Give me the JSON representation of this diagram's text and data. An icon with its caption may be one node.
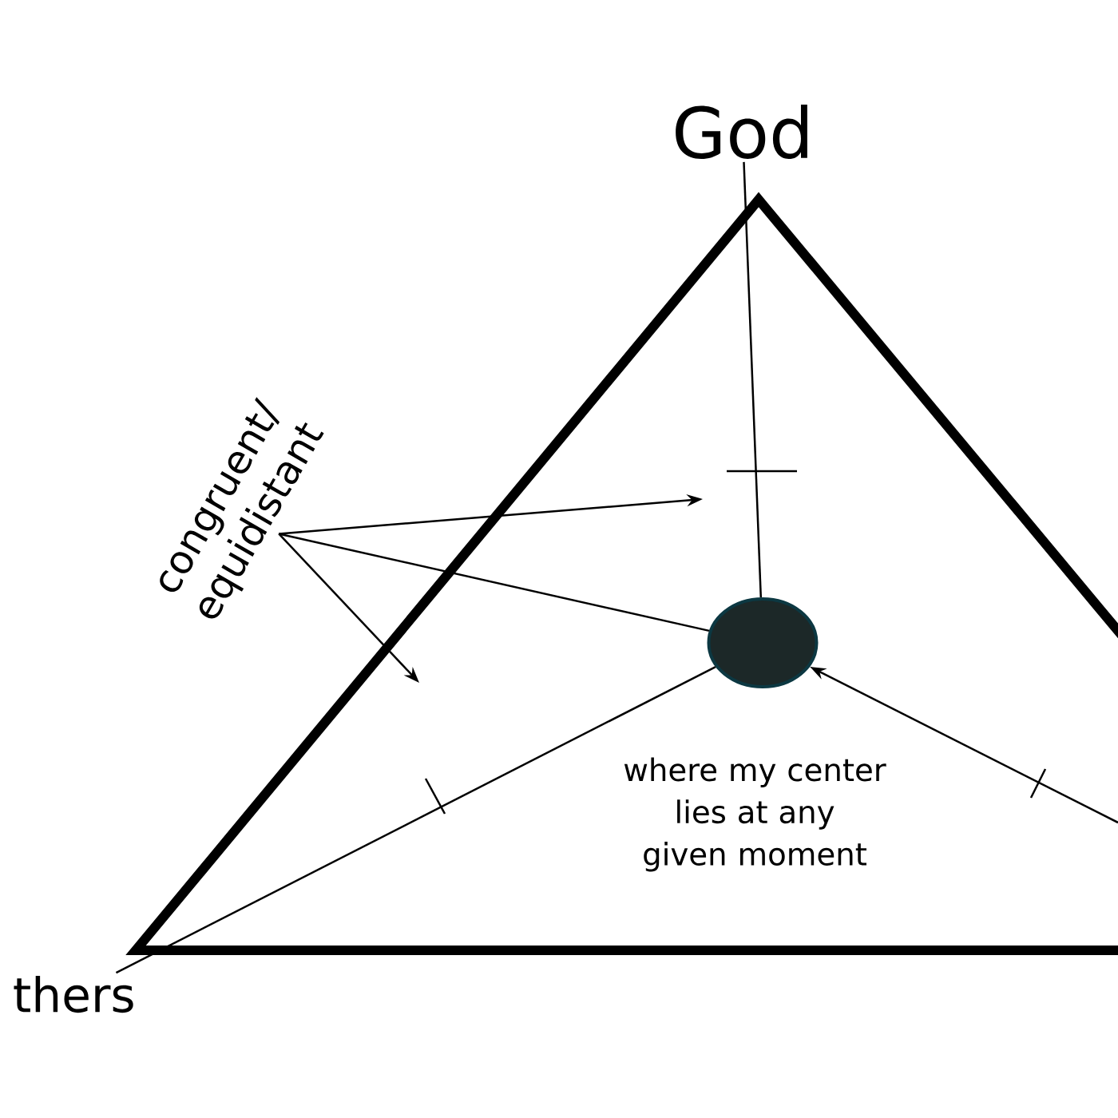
{
  "diagram": {
    "nodes": [
      {
        "text": [
          "God"
        ]
      },
      {
        "text": [
          "thers"
        ]
      },
      {
        "text": [],
        "shape": "circle",
        "beside": [
          "where my center lies at any given moment"
        ]
      },
      {
        "text": [
          "congruent/ equidistant"
        ]
      }
    ],
    "edges": [
      {
        "from": 0,
        "to": 2,
        "arrow": "none"
      },
      {
        "from": 1,
        "to": 2,
        "arrow": "none"
      },
      {
        "from": null,
        "to": 2,
        "arrow": "to"
      },
      {
        "from": 3,
        "to": null,
        "arrow": "to"
      },
      {
        "from": 3,
        "to": 2,
        "arrow": "none"
      },
      {
        "from": 3,
        "to": null,
        "arrow": "to"
      }
    ]
  }
}
